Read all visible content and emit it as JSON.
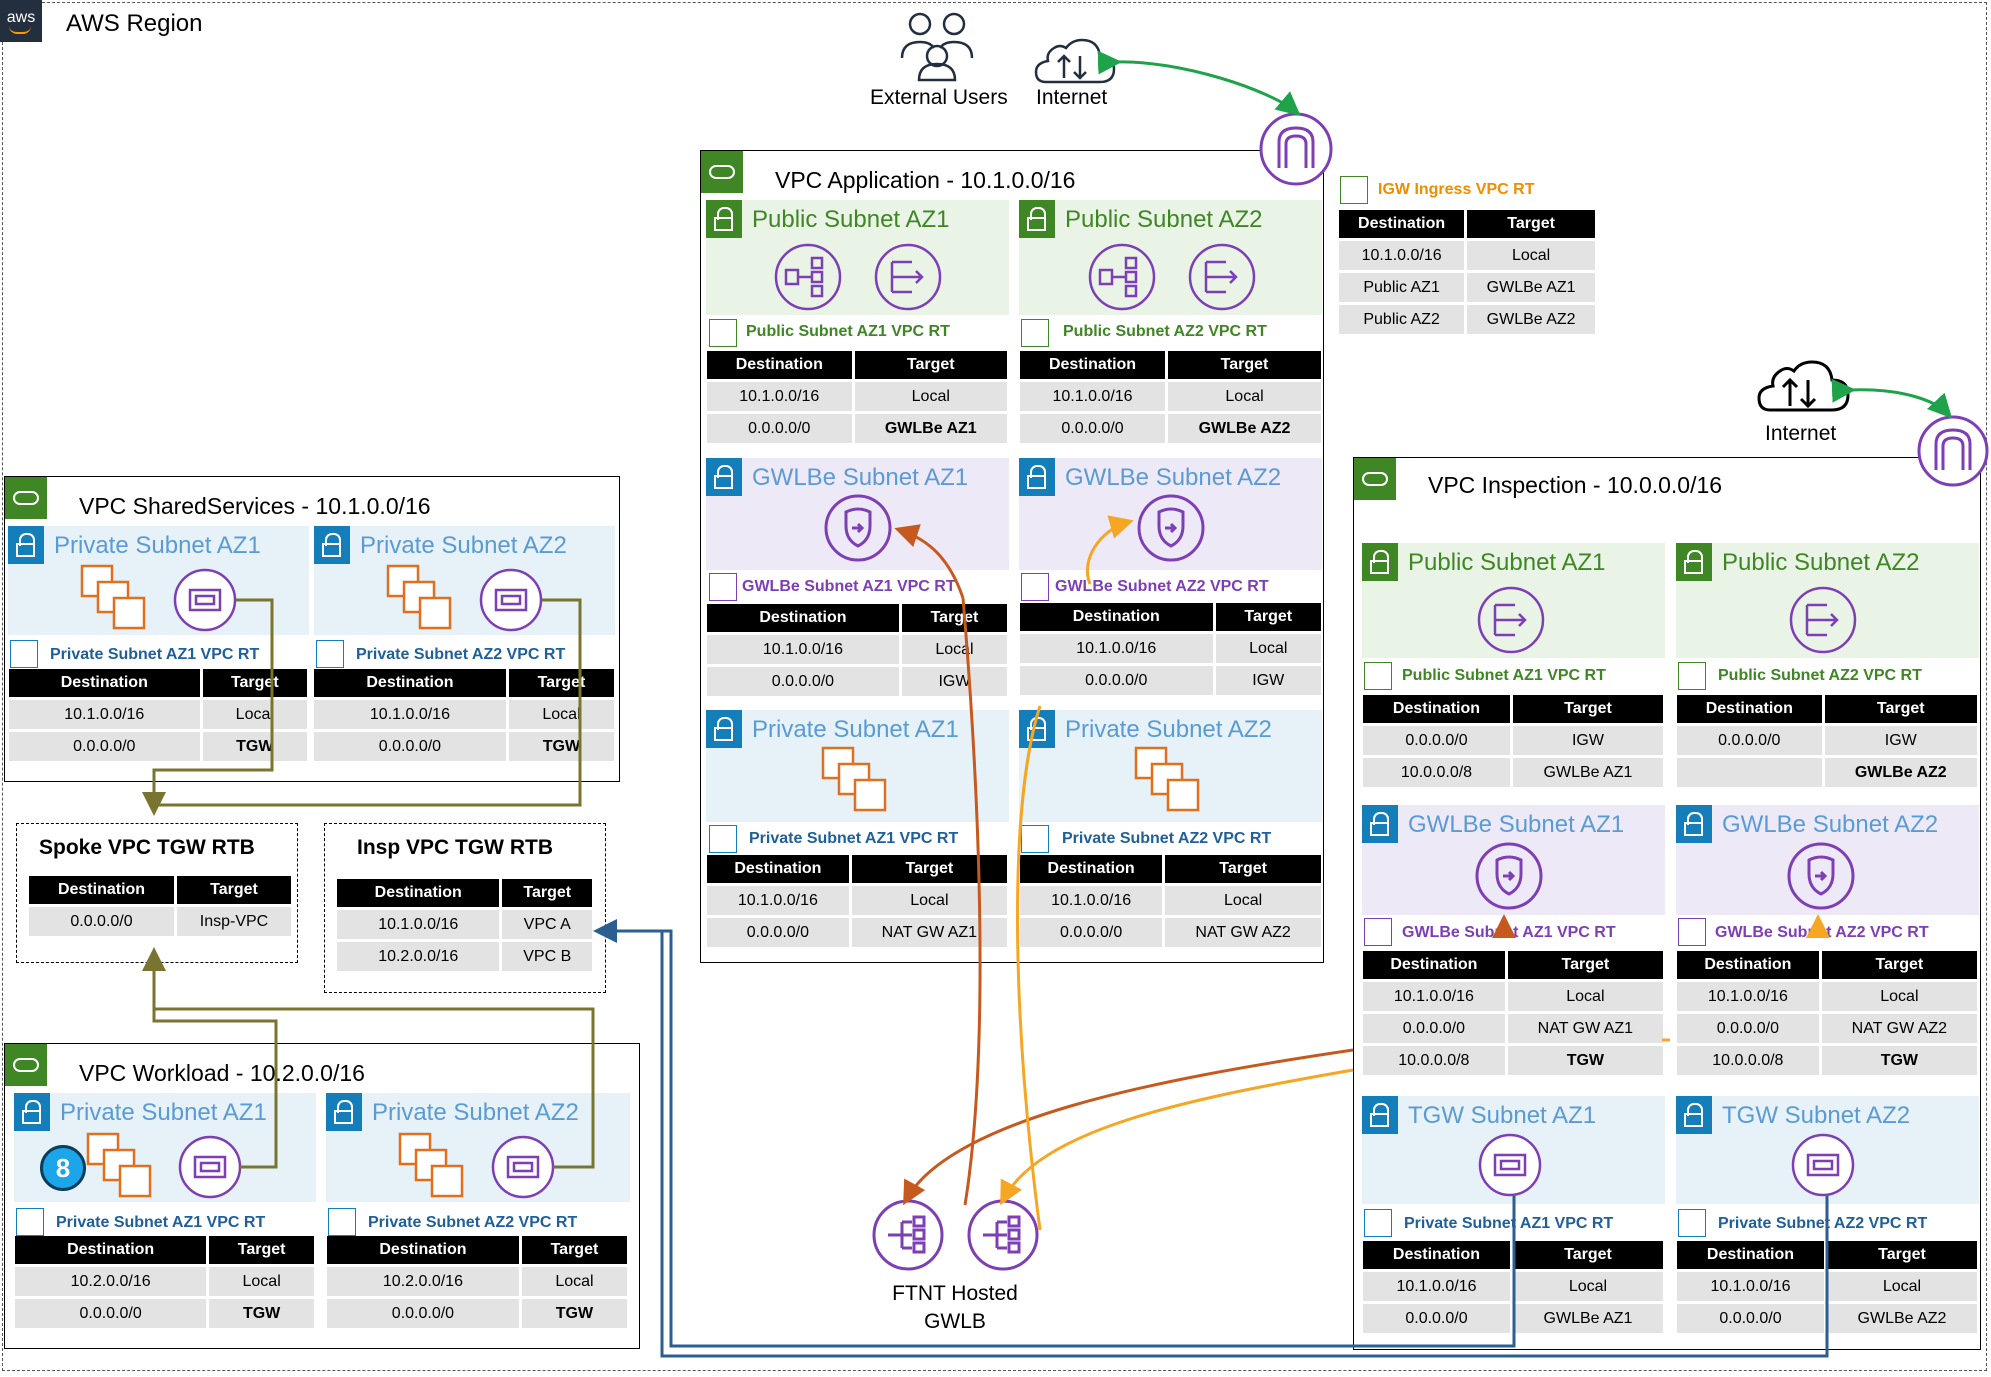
{
  "region": {
    "title": "AWS Region",
    "badge": "aws"
  },
  "top": {
    "external_users": "External Users",
    "internet_top": "Internet",
    "internet_right": "Internet",
    "igw_rt": {
      "title": "IGW Ingress VPC RT",
      "headers": [
        "Destination",
        "Target"
      ],
      "rows": [
        {
          "d": "10.1.0.0/16",
          "t": "Local"
        },
        {
          "d": "Public AZ1",
          "t": "GWLBe AZ1"
        },
        {
          "d": "Public AZ2",
          "t": "GWLBe AZ2"
        }
      ]
    }
  },
  "app": {
    "title": "VPC Application - 10.1.0.0/16",
    "pub1": {
      "title": "Public Subnet AZ1",
      "rt": "Public Subnet AZ1 VPC RT",
      "rows": [
        {
          "d": "10.1.0.0/16",
          "t": "Local"
        },
        {
          "d": "0.0.0.0/0",
          "t": "GWLBe AZ1"
        }
      ]
    },
    "pub2": {
      "title": "Public Subnet AZ2",
      "rt": "Public Subnet AZ2 VPC RT",
      "rows": [
        {
          "d": "10.1.0.0/16",
          "t": "Local"
        },
        {
          "d": "0.0.0.0/0",
          "t": "GWLBe AZ2"
        }
      ]
    },
    "gw1": {
      "title": "GWLBe Subnet AZ1",
      "rt": "GWLBe Subnet AZ1 VPC RT",
      "rows": [
        {
          "d": "10.1.0.0/16",
          "t": "Local"
        },
        {
          "d": "0.0.0.0/0",
          "t": "IGW"
        }
      ]
    },
    "gw2": {
      "title": "GWLBe Subnet AZ2",
      "rt": "GWLBe Subnet AZ2 VPC RT",
      "rows": [
        {
          "d": "10.1.0.0/16",
          "t": "Local"
        },
        {
          "d": "0.0.0.0/0",
          "t": "IGW"
        }
      ]
    },
    "priv1": {
      "title": "Private Subnet AZ1",
      "rt": "Private Subnet AZ1 VPC RT",
      "rows": [
        {
          "d": "10.1.0.0/16",
          "t": "Local"
        },
        {
          "d": "0.0.0.0/0",
          "t": "NAT GW AZ1"
        }
      ]
    },
    "priv2": {
      "title": "Private Subnet AZ2",
      "rt": "Private Subnet AZ2 VPC RT",
      "rows": [
        {
          "d": "10.1.0.0/16",
          "t": "Local"
        },
        {
          "d": "0.0.0.0/0",
          "t": "NAT GW AZ2"
        }
      ]
    }
  },
  "shared": {
    "title": "VPC SharedServices - 10.1.0.0/16",
    "priv1": {
      "title": "Private Subnet AZ1",
      "rt": "Private Subnet AZ1 VPC RT",
      "rows": [
        {
          "d": "10.1.0.0/16",
          "t": "Local"
        },
        {
          "d": "0.0.0.0/0",
          "t": "TGW"
        }
      ]
    },
    "priv2": {
      "title": "Private Subnet AZ2",
      "rt": "Private Subnet AZ2 VPC RT",
      "rows": [
        {
          "d": "10.1.0.0/16",
          "t": "Local"
        },
        {
          "d": "0.0.0.0/0",
          "t": "TGW"
        }
      ]
    }
  },
  "spoke_rtb": {
    "title": "Spoke VPC TGW RTB",
    "rows": [
      {
        "d": "0.0.0.0/0",
        "t": "Insp-VPC"
      }
    ]
  },
  "insp_rtb": {
    "title": "Insp VPC TGW RTB",
    "rows": [
      {
        "d": "10.1.0.0/16",
        "t": "VPC A"
      },
      {
        "d": "10.2.0.0/16",
        "t": "VPC B"
      }
    ]
  },
  "workload": {
    "title": "VPC Workload - 10.2.0.0/16",
    "step": "8",
    "priv1": {
      "title": "Private Subnet AZ1",
      "rt": "Private Subnet AZ1 VPC RT",
      "rows": [
        {
          "d": "10.2.0.0/16",
          "t": "Local"
        },
        {
          "d": "0.0.0.0/0",
          "t": "TGW"
        }
      ]
    },
    "priv2": {
      "title": "Private Subnet AZ2",
      "rt": "Private Subnet AZ2 VPC RT",
      "rows": [
        {
          "d": "10.2.0.0/16",
          "t": "Local"
        },
        {
          "d": "0.0.0.0/0",
          "t": "TGW"
        }
      ]
    }
  },
  "gwlb": {
    "label_1": "FTNT Hosted",
    "label_2": "GWLB"
  },
  "inspection": {
    "title": "VPC Inspection - 10.0.0.0/16",
    "pub1": {
      "title": "Public Subnet AZ1",
      "rt": "Public Subnet AZ1 VPC RT",
      "rows": [
        {
          "d": "0.0.0.0/0",
          "t": "IGW"
        },
        {
          "d": "10.0.0.0/8",
          "t": "GWLBe AZ1"
        }
      ]
    },
    "pub2": {
      "title": "Public Subnet AZ2",
      "rt": "Public Subnet AZ2 VPC RT",
      "rows": [
        {
          "d": "0.0.0.0/0",
          "t": "IGW"
        },
        {
          "d": "",
          "t": "GWLBe AZ2"
        }
      ]
    },
    "gw1": {
      "title": "GWLBe Subnet AZ1",
      "rt": "GWLBe Subnet AZ1 VPC RT",
      "rows": [
        {
          "d": "10.1.0.0/16",
          "t": "Local"
        },
        {
          "d": "0.0.0.0/0",
          "t": "NAT GW AZ1"
        },
        {
          "d": "10.0.0.0/8",
          "t": "TGW"
        }
      ]
    },
    "gw2": {
      "title": "GWLBe Subnet AZ2",
      "rt": "GWLBe Subnet AZ2 VPC RT",
      "rows": [
        {
          "d": "10.1.0.0/16",
          "t": "Local"
        },
        {
          "d": "0.0.0.0/0",
          "t": "NAT GW AZ2"
        },
        {
          "d": "10.0.0.0/8",
          "t": "TGW"
        }
      ]
    },
    "tgw1": {
      "title": "TGW Subnet AZ1",
      "rt": "Private Subnet AZ1 VPC RT",
      "rows": [
        {
          "d": "10.1.0.0/16",
          "t": "Local"
        },
        {
          "d": "0.0.0.0/0",
          "t": "GWLBe AZ1"
        }
      ]
    },
    "tgw2": {
      "title": "TGW Subnet AZ2",
      "rt": "Private Subnet AZ2 VPC RT",
      "rows": [
        {
          "d": "10.1.0.0/16",
          "t": "Local"
        },
        {
          "d": "0.0.0.0/0",
          "t": "GWLBe AZ2"
        }
      ]
    }
  },
  "table_headers": {
    "dest": "Destination",
    "target": "Target"
  },
  "colors": {
    "green": "#3f8624",
    "blue": "#147eba",
    "purple": "#7d3fb5",
    "orange_dark": "#c65a1e",
    "orange_light": "#f5a623",
    "olive": "#7a7431",
    "navy": "#2b5f91"
  }
}
